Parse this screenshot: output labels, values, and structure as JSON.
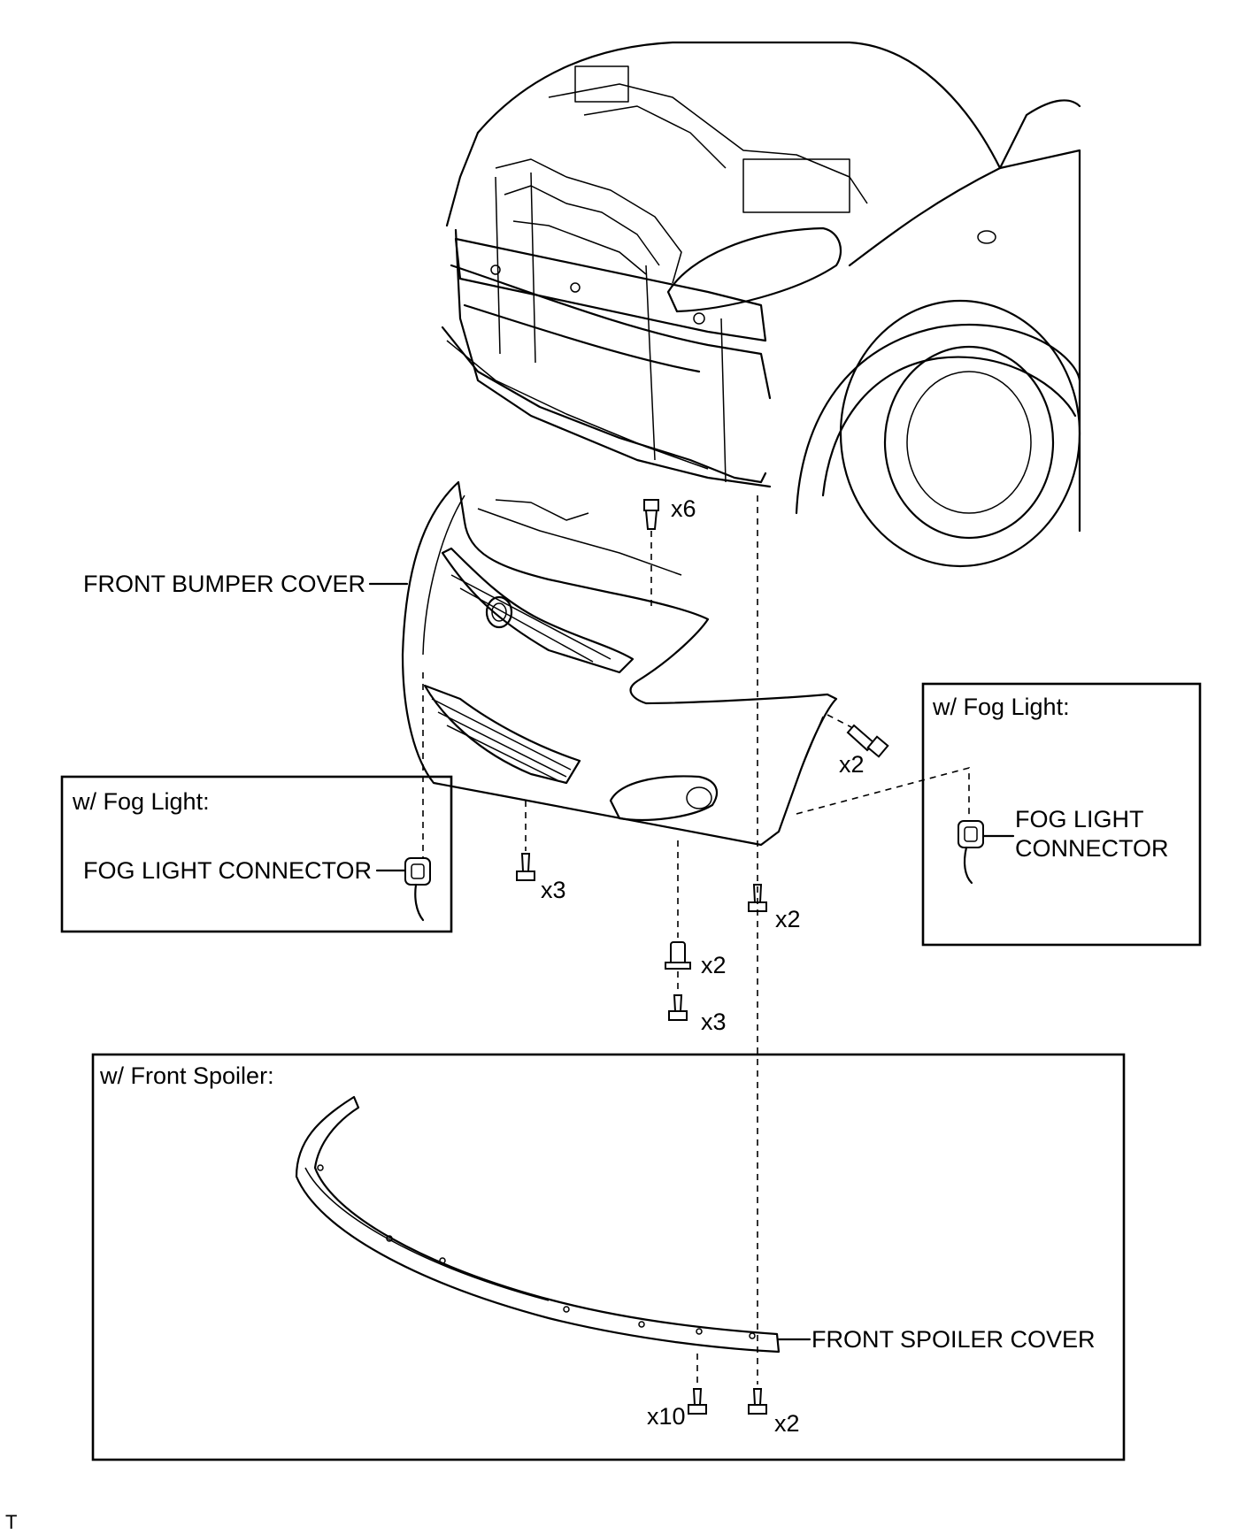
{
  "labels": {
    "front_bumper_cover": "FRONT BUMPER COVER",
    "fog_light_connector": "FOG LIGHT CONNECTOR",
    "fog_light_connector_line1": "FOG LIGHT",
    "fog_light_connector_line2": "CONNECTOR",
    "front_spoiler_cover": "FRONT SPOILER COVER"
  },
  "boxes": {
    "left_fog": "w/ Fog Light:",
    "right_fog": "w/ Fog Light:",
    "spoiler": "w/ Front Spoiler:"
  },
  "quantities": {
    "clip_top": "x6",
    "bolt_right_side": "x2",
    "screw_left_bottom": "x3",
    "screw_right_bottom": "x2",
    "clip_center": "x2",
    "screw_center": "x3",
    "spoiler_screws": "x10",
    "spoiler_bolts": "x2"
  },
  "corner_mark": "T"
}
